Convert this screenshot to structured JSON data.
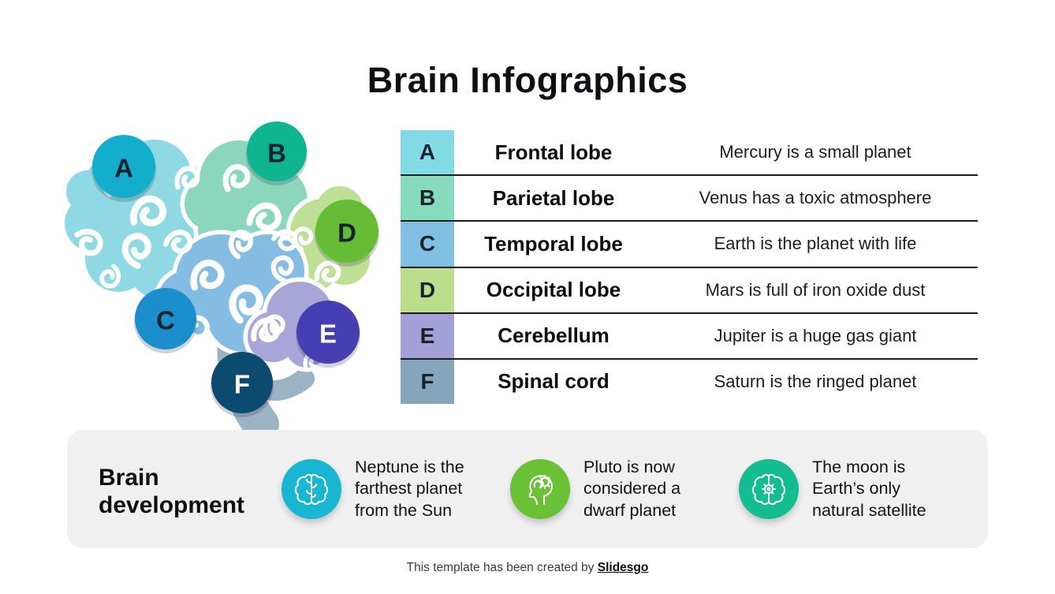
{
  "title": "Brain Infographics",
  "brain": {
    "regions": [
      {
        "name": "frontal-lobe",
        "color": "#8ED9E3"
      },
      {
        "name": "parietal-lobe",
        "color": "#8BD6BD"
      },
      {
        "name": "occipital-lobe",
        "color": "#BEE095"
      },
      {
        "name": "temporal-lobe",
        "color": "#84BCE4"
      },
      {
        "name": "cerebellum",
        "color": "#A8A6D8"
      },
      {
        "name": "spinal-cord",
        "color": "#9CB3C3"
      }
    ],
    "markers": [
      {
        "letter": "A",
        "color": "#14AECD",
        "text_color": "#14232E"
      },
      {
        "letter": "B",
        "color": "#0FB591",
        "text_color": "#14232E"
      },
      {
        "letter": "C",
        "color": "#1B8ECC",
        "text_color": "#14232E"
      },
      {
        "letter": "D",
        "color": "#66BD35",
        "text_color": "#14232E"
      },
      {
        "letter": "E",
        "color": "#463FB4",
        "text_color": "#FFFFFF"
      },
      {
        "letter": "F",
        "color": "#0D4A70",
        "text_color": "#FFFFFF"
      }
    ]
  },
  "table": {
    "rows": [
      {
        "letter": "A",
        "cell_color": "#82DBE4",
        "label": "Frontal lobe",
        "description": "Mercury is a small planet"
      },
      {
        "letter": "B",
        "cell_color": "#85DBBB",
        "label": "Parietal lobe",
        "description": "Venus has a toxic atmosphere"
      },
      {
        "letter": "C",
        "cell_color": "#82C0E3",
        "label": "Temporal lobe",
        "description": "Earth is the planet with life"
      },
      {
        "letter": "D",
        "cell_color": "#BBDE8D",
        "label": "Occipital lobe",
        "description": "Mars is full of iron oxide dust"
      },
      {
        "letter": "E",
        "cell_color": "#A2A0D7",
        "label": "Cerebellum",
        "description": "Jupiter is a huge gas giant"
      },
      {
        "letter": "F",
        "cell_color": "#84A5BA",
        "label": "Spinal cord",
        "description": "Saturn is the ringed planet"
      }
    ]
  },
  "development": {
    "heading_lines": [
      "Brain",
      "development"
    ],
    "items": [
      {
        "icon": "brain-front-icon",
        "icon_color": "#17B6D3",
        "lines": [
          "Neptune is the",
          "farthest planet",
          "from the Sun"
        ]
      },
      {
        "icon": "head-gear-icon",
        "icon_color": "#6AC136",
        "lines": [
          "Pluto is now",
          "considered a",
          "dwarf planet"
        ]
      },
      {
        "icon": "brain-gear-icon",
        "icon_color": "#13BD90",
        "lines": [
          "The moon is",
          "Earth’s only",
          "natural satellite"
        ]
      }
    ]
  },
  "footer": {
    "prefix": "This template has been created by",
    "brand": "Slidesgo"
  }
}
